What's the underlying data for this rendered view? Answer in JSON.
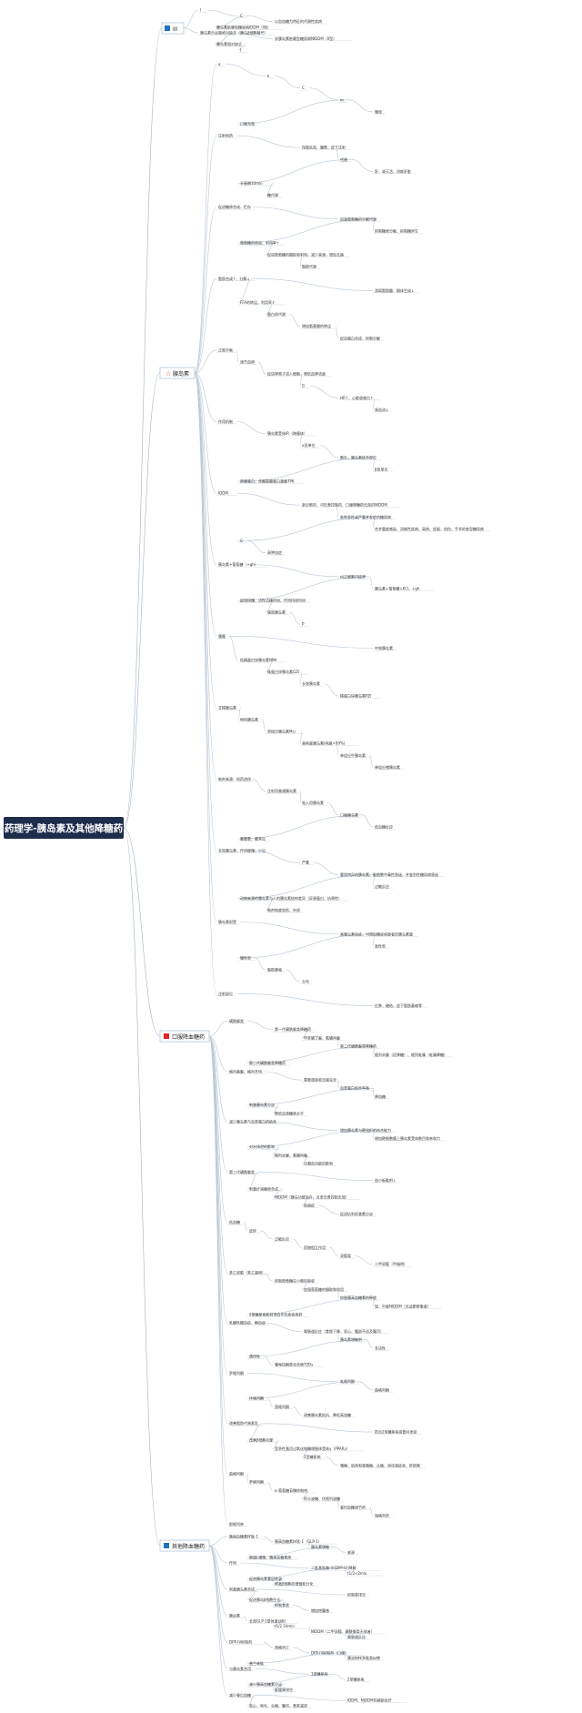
{
  "root": {
    "title": "药理学-胰岛素及其他降糖药"
  },
  "branches": [
    {
      "label": "III",
      "icon": "square-icon",
      "color": "#1e73be",
      "items": [
        "I",
        "C",
        "以血血糖为特征的代谢性疾病",
        "胰岛素依赖型糖尿病IDDM（I型）",
        "胰岛素分泌量绝对缺乏（胰岛β细胞破坏）",
        "非胰岛素依赖型糖尿病NIDDM（II型）",
        "胰岛素相对缺乏",
        "I"
      ]
    },
    {
      "label": "胰岛素",
      "icon": "star-icon",
      "color": "#e0242a",
      "items": [
        "α",
        "k",
        "C",
        "m",
        "慢效",
        "口服无效",
        "注射给药",
        "短暂失效、腹壁、皮下注射",
        "代谢",
        "肝、肾灭活、消耗肝脏",
        "半衰期10min",
        "糖代谢",
        "促进糖原合成、贮存",
        "加速葡萄糖的分解代谢",
        "抑制糖原分解、抑制糖异生",
        "葡萄糖的转运、利用率↑",
        "促进葡萄糖的摄取和利用，减少来源，增加去路",
        "脂肪代谢",
        "脂肪合成↑、分解↓",
        "游离脂肪酸、酮体生成↓",
        "FFA的转运、利用率↑",
        "蛋白质代谢",
        "增加氨基酸的转运",
        "促进蛋白合成，抑制分解",
        "正氮平衡",
        "调节血钾",
        "促进钾离子进入细胞，降低血钾浓度",
        "G",
        "HR↑、心脏收缩力↑",
        "肾血流↓",
        "作用机制",
        "胰岛素受体IR（跨膜体）",
        "α亚单位",
        "胞外，胰岛素结合部位",
        "β亚单位",
        "跨膜蛋白，含酪氨酸蛋白激酶TPK",
        "IDDM",
        "新诊断的、可饮食控制的、口服降糖药无效的NIDDM",
        "各种急性或严重并发症的糖尿病",
        "合并重度感染、消耗性疾病、高热、妊娠、创伤、手术的各型糖尿病",
        "G",
        "高钾血症",
        "胰岛素+葡萄糖（+gh）",
        "纠正细胞内缺钾",
        "胰岛素+葡萄糖+KCl，+gh",
        "起效快慢、活性达峰时间、作用持续时间",
        "速效胰岛素",
        "P",
        "胰腺",
        "中效胰岛素",
        "低精蛋白锌胰岛素NPH",
        "珠蛋白锌胰岛素GZI",
        "长效胰岛素",
        "精蛋白锌胰岛素PZI",
        "甘精胰岛素",
        "地特胰岛素",
        "单组分胰岛素Mci",
        "高纯度胰岛素(纯度>99%)",
        "单组分牛胰岛素",
        "单组分猪胰岛素",
        "制剂来源、给药途径",
        "注射用普通胰岛素",
        "吸入用胰岛素",
        "口服胰岛素",
        "低血糖反应",
        "最重要、最常见",
        "长效胰岛素，作用缓慢，少见",
        "严重",
        "重则特异的胰岛素、脑细胞中毒性昏迷，并鉴别性糖尿病昏迷",
        "过敏反应",
        "动物来源的胰岛素与人的胰岛素结构差异（异源蛋白、抗原性）",
        "制剂纯度较低、杂质",
        "胰岛素耐受",
        "高胰岛素血症，可增加糖尿病患者的胰岛素量",
        "急性型",
        "慢性型",
        "脂肪萎缩",
        "分布",
        "注射部位",
        "红肿、硬结，皮下脂肪萎缩等"
      ]
    },
    {
      "label": "口服降血糖药",
      "icon": "flag-icon",
      "color": "#e0242a",
      "items": [
        "磺酰脲类",
        "第一代磺酰脲类降糖药",
        "甲苯磺丁脲、氯磺丙脲",
        "第二代磺酰脲类降糖药",
        "格列本脲（优降糖）、格列吡嗪（吡嗪降糖）",
        "第三代磺酰脲类降糖药",
        "格列美脲、格列齐特",
        "胃肠道吸收迅速完全",
        "血浆蛋白结合率高",
        "降血糖",
        "刺激胰岛素分泌",
        "降低血清糖原水平",
        "减少胰岛素与血浆蛋白的结合",
        "增加胰岛素与靶组织的结合能力",
        "增加靶细胞膜上胰岛素受体数目和亲和力",
        "对水排泄的影响",
        "格列本脲、氯磺丙脲",
        "对凝血功能的影响",
        "第三代磺酰脲类",
        "血小板黏附↓",
        "刺激纤溶酶原合成",
        "NIDDM（胰岛功能尚存，且单饮食控制无效）",
        "尿崩症",
        "促进抗利尿激素分泌",
        "低血糖",
        "皮疹",
        "过敏反应",
        "药物相互作用",
        "双胍类",
        "二甲双胍（甲福明）",
        "苯乙双胍（苯乙福明）",
        "抑制葡萄糖在小肠的吸收",
        "加强葡萄糖的摄取和利用",
        "抑制胰高血糖素的释放",
        "轻、中度NIDDM（尤适肥胖患者）",
        "2型糖尿病和其他合作的疾病用药",
        "乳酸性酸血症、酮血症",
        "胃肠道反应（食欲下降、恶心、腹部不适及腹泻）",
        "胰岛素增敏剂",
        "非活性",
        "遗传性",
        "噻唑烷酮类化合物TZDs",
        "罗格列酮",
        "吡格列酮",
        "曲格列酮",
        "环格列酮",
        "恩格列酮",
        "改善胰岛素抵抗、降低高血糖",
        "改善脂肪代谢紊乱",
        "防治2型糖尿病血管并发症",
        "改善β细胞功能",
        "竞争性激活过氧化物酶增殖体受体γ（PPARγ）",
        "2型糖尿病",
        "嗜睡、肌肉和骨骼痛、头痛、消化道症状、肝损害",
        "曲格列酮",
        "罗格列酮",
        "α-葡萄糖苷酶抑制剂",
        "阿卡波糖、伏格列波糖",
        "餐时血糖调节剂",
        "瑞格列奈",
        "那格列奈"
      ]
    },
    {
      "label": "其他降血糖药",
      "icon": "book-icon",
      "color": "#1e73be",
      "items": [
        "胰高血糖素样肽-1",
        "胰高血糖素样肽-1（GLP-1）",
        "胰岛素增敏",
        "来源",
        "肠道L细胞、胰高血糖素原",
        "作用",
        "二肽基肽酶-IV(DPP-IV)降解",
        "t1/2<2min",
        "促进胰岛素基因转录",
        "刺激β细胞的增殖和分化",
        "刺激胰岛素合成",
        "抑制胃排空",
        "促进胰岛β细胞生长",
        "抑制食欲",
        "增加饱腹感",
        "胰泌素",
        "长效GLP-1受体激动剂",
        "t1/2 10min",
        "NIDDM（二甲双胍、磺酰脲类无效者）",
        "胃肠道反应",
        "DPP-IV抑制剂",
        "西格列汀",
        "DPP-IV抑制剂（口服）",
        "胰淀粉样多肽类似物",
        "普兰林肽",
        "与胰岛素合用",
        "1型糖尿病",
        "2型糖尿病",
        "减少胰高血糖素分泌",
        "延缓胃排空",
        "减少餐后血糖",
        "IDDM、NIDDM的辅助治疗",
        "恶心、呕吐、头痛、腹泻、食欲减退"
      ]
    }
  ]
}
